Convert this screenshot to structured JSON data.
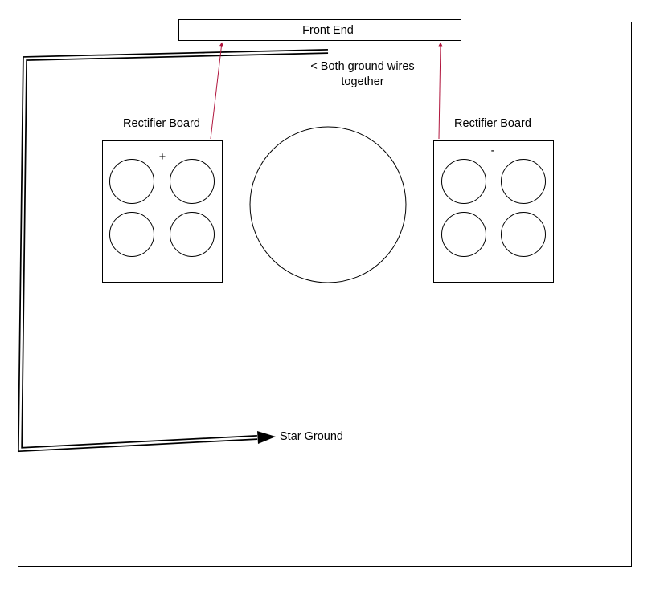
{
  "front_end": {
    "label": "Front End"
  },
  "note": {
    "line1": "< Both ground wires",
    "line2": "together"
  },
  "rectifier_left": {
    "label": "Rectifier Board",
    "polarity": "+"
  },
  "rectifier_right": {
    "label": "Rectifier Board",
    "polarity": "-"
  },
  "star_ground": {
    "label": "Star Ground"
  },
  "colors": {
    "wire_red": "#b0143c",
    "line": "#000000",
    "background": "#ffffff"
  }
}
